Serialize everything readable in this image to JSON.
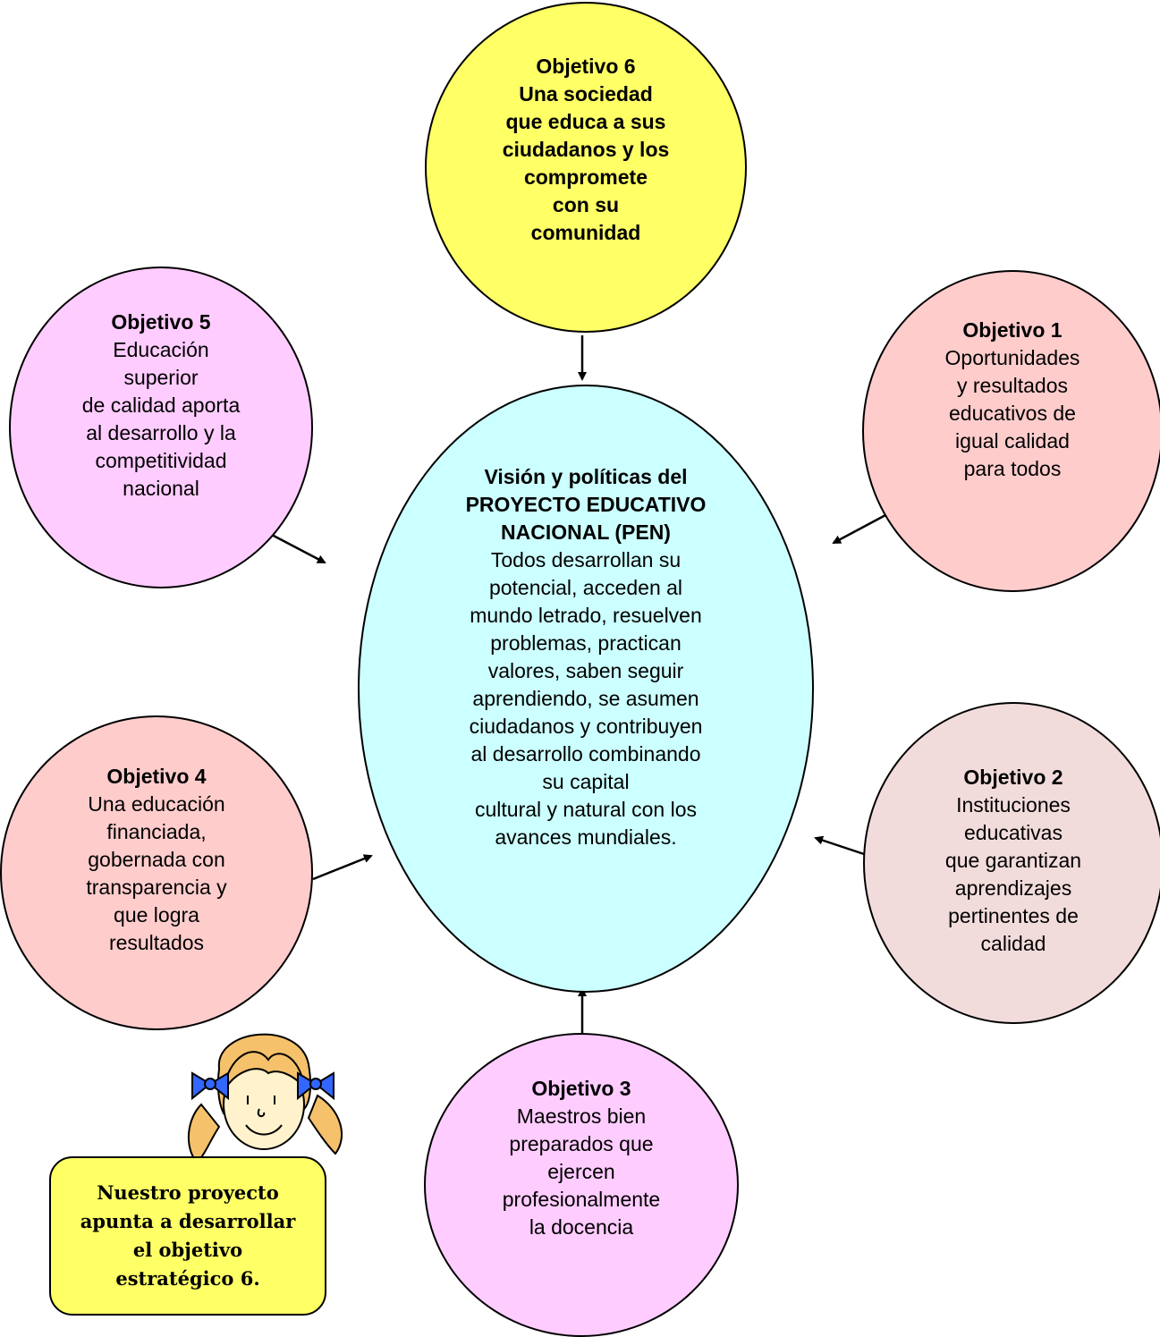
{
  "colors": {
    "yellow": "#ffff66",
    "pink_purple": "#ffccff",
    "salmon": "#ffcccc",
    "light_pink": "#f2dcdb",
    "cyan": "#ccffff",
    "hair": "#f5c16a",
    "bow": "#3366ff",
    "skin": "#fff2cc"
  },
  "center": {
    "title": "Visión y políticas del\nPROYECTO EDUCATIVO\nNACIONAL (PEN)",
    "text": "Todos desarrollan su\npotencial, acceden al\nmundo letrado, resuelven\nproblemas, practican\nvalores, saben seguir\naprendiendo, se asumen\nciudadanos y contribuyen\nal desarrollo combinando\nsu capital\ncultural y natural con los\navances mundiales."
  },
  "objectives": {
    "obj6": {
      "title": "Objetivo 6\nUna sociedad\nque educa a sus\nciudadanos y los\ncompromete\ncon su\ncomunidad",
      "text": ""
    },
    "obj5": {
      "title": "Objetivo 5",
      "text": "Educación\nsuperior\nde calidad aporta\nal desarrollo y la\ncompetitividad\nnacional"
    },
    "obj1": {
      "title": "Objetivo 1",
      "text": "Oportunidades\ny resultados\neducativos de\nigual calidad\npara todos"
    },
    "obj4": {
      "title": "Objetivo 4",
      "text": "Una educación\nfinanciada,\ngobernada con\ntransparencia y\nque logra\nresultados"
    },
    "obj2": {
      "title": "Objetivo 2",
      "text": "Instituciones\neducativas\nque garantizan\naprendizajes\npertinentes de\ncalidad"
    },
    "obj3": {
      "title": "Objetivo 3",
      "text": "Maestros bien\npreparados que\nejercen\nprofesionalmente\nla docencia"
    }
  },
  "callout": {
    "text": "Nuestro proyecto\napunta a desarrollar\nel objetivo\nestratégico 6."
  },
  "illustration": {
    "icon": "girl-cartoon-icon"
  }
}
